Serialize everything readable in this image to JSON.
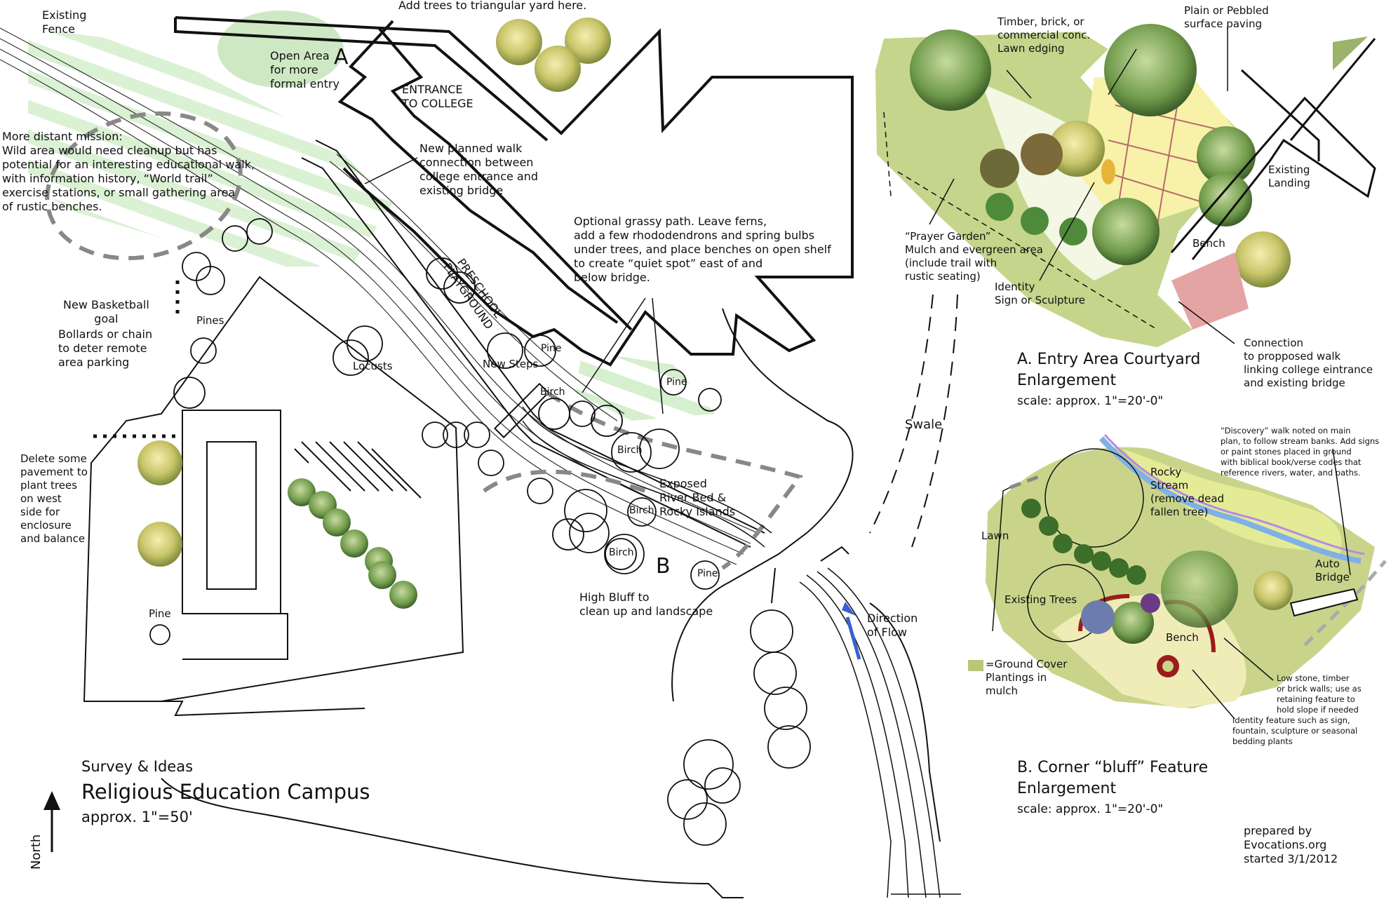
{
  "main_plan": {
    "title_top": "Survey & Ideas",
    "title": "Religious Education Campus",
    "scale": "approx. 1\"=50'",
    "north": "North",
    "labels": {
      "existing_fence": "Existing\nFence",
      "add_trees": "Add trees to triangular yard here.",
      "open_area": "Open Area\nfor more\nformal entry",
      "marker_a": "A",
      "marker_b": "B",
      "entrance": "ENTRANCE\nTO COLLEGE",
      "distant_mission": "More distant mission:\nWild area would need cleanup but has\npotential for an interesting educational walk,\nwith information history, “World trail”\nexercise stations, or small gathering area\nof rustic benches.",
      "new_walk": "New planned walk\nconnection between\ncollege entrance and\nexisting bridge",
      "playground": "PRESCHOOL\nPLAYGROUND",
      "optional_path": "Optional grassy path. Leave ferns,\nadd a few rhododendrons and spring bulbs\nunder trees, and place benches on open shelf\nto create “quiet spot” east of and\nbelow bridge.",
      "basketball": "New Basketball\ngoal",
      "bollards": "Bollards or chain\nto deter remote\narea parking",
      "pines": "Pines",
      "locusts": "Locusts",
      "new_steps": "New Steps",
      "delete_pavement": "Delete some\npavement to\nplant trees\non west\nside for\nenclosure\nand balance",
      "exposed_river": "Exposed\nRiver Bed &\nRocky Islands",
      "high_bluff": "High Bluff to\nclean up and landscape",
      "swale": "Swale",
      "direction_flow": "Direction\nof Flow",
      "pine_bottom": "Pine"
    },
    "trees": {
      "pine": "Pine",
      "birch": "Birch"
    }
  },
  "enlargement_a": {
    "title": "A. Entry Area Courtyard\nEnlargement",
    "scale": "scale: approx. 1\"=20'-0\"",
    "labels": {
      "timber": "Timber, brick, or\ncommercial conc.\nLawn edging",
      "paving": "Plain or Pebbled\nsurface paving",
      "landing": "Existing\nLanding",
      "bench": "Bench",
      "prayer_garden": "“Prayer Garden”\nMulch and evergreen area\n(include trail with\nrustic seating)",
      "identity": "Identity\nSign or Sculpture",
      "connection": "Connection\nto propposed walk\nlinking college eintrance\nand existing bridge"
    }
  },
  "enlargement_b": {
    "title": "B. Corner “bluff” Feature\nEnlargement",
    "scale": "scale: approx. 1\"=20'-0\"",
    "labels": {
      "discovery": "“Discovery” walk noted on main\nplan, to follow stream banks. Add signs\nor paint stones placed in ground\nwith biblical book/verse codes that\nreference rivers, water, and paths.",
      "rocky_stream": "Rocky\nStream\n(remove dead\nfallen tree)",
      "lawn": "Lawn",
      "auto_bridge": "Auto\nBridge",
      "existing_trees": "Existing Trees",
      "bench": "Bench",
      "ground_cover": "=Ground Cover\nPlantings in\nmulch",
      "low_stone": "Low stone, timber\nor brick walls; use as\nretaining feature to\nhold slope if needed",
      "identity_feature": "Identity feature such as sign,\nfountain, sculpture or seasonal\nbedding plants"
    }
  },
  "credits": "prepared by\nEvocations.org\nstarted 3/1/2012",
  "colors": {
    "lawn_green": "#cfe8c4",
    "mulch": "#b9c77a",
    "tree_yellow": "#d9d27a",
    "paving": "#f7f2a8",
    "stream_blue": "#7fb0e6",
    "path_gray": "#8a8a8a",
    "wall_red": "#9b1c1c",
    "flow_arrow": "#3b5fd0"
  }
}
